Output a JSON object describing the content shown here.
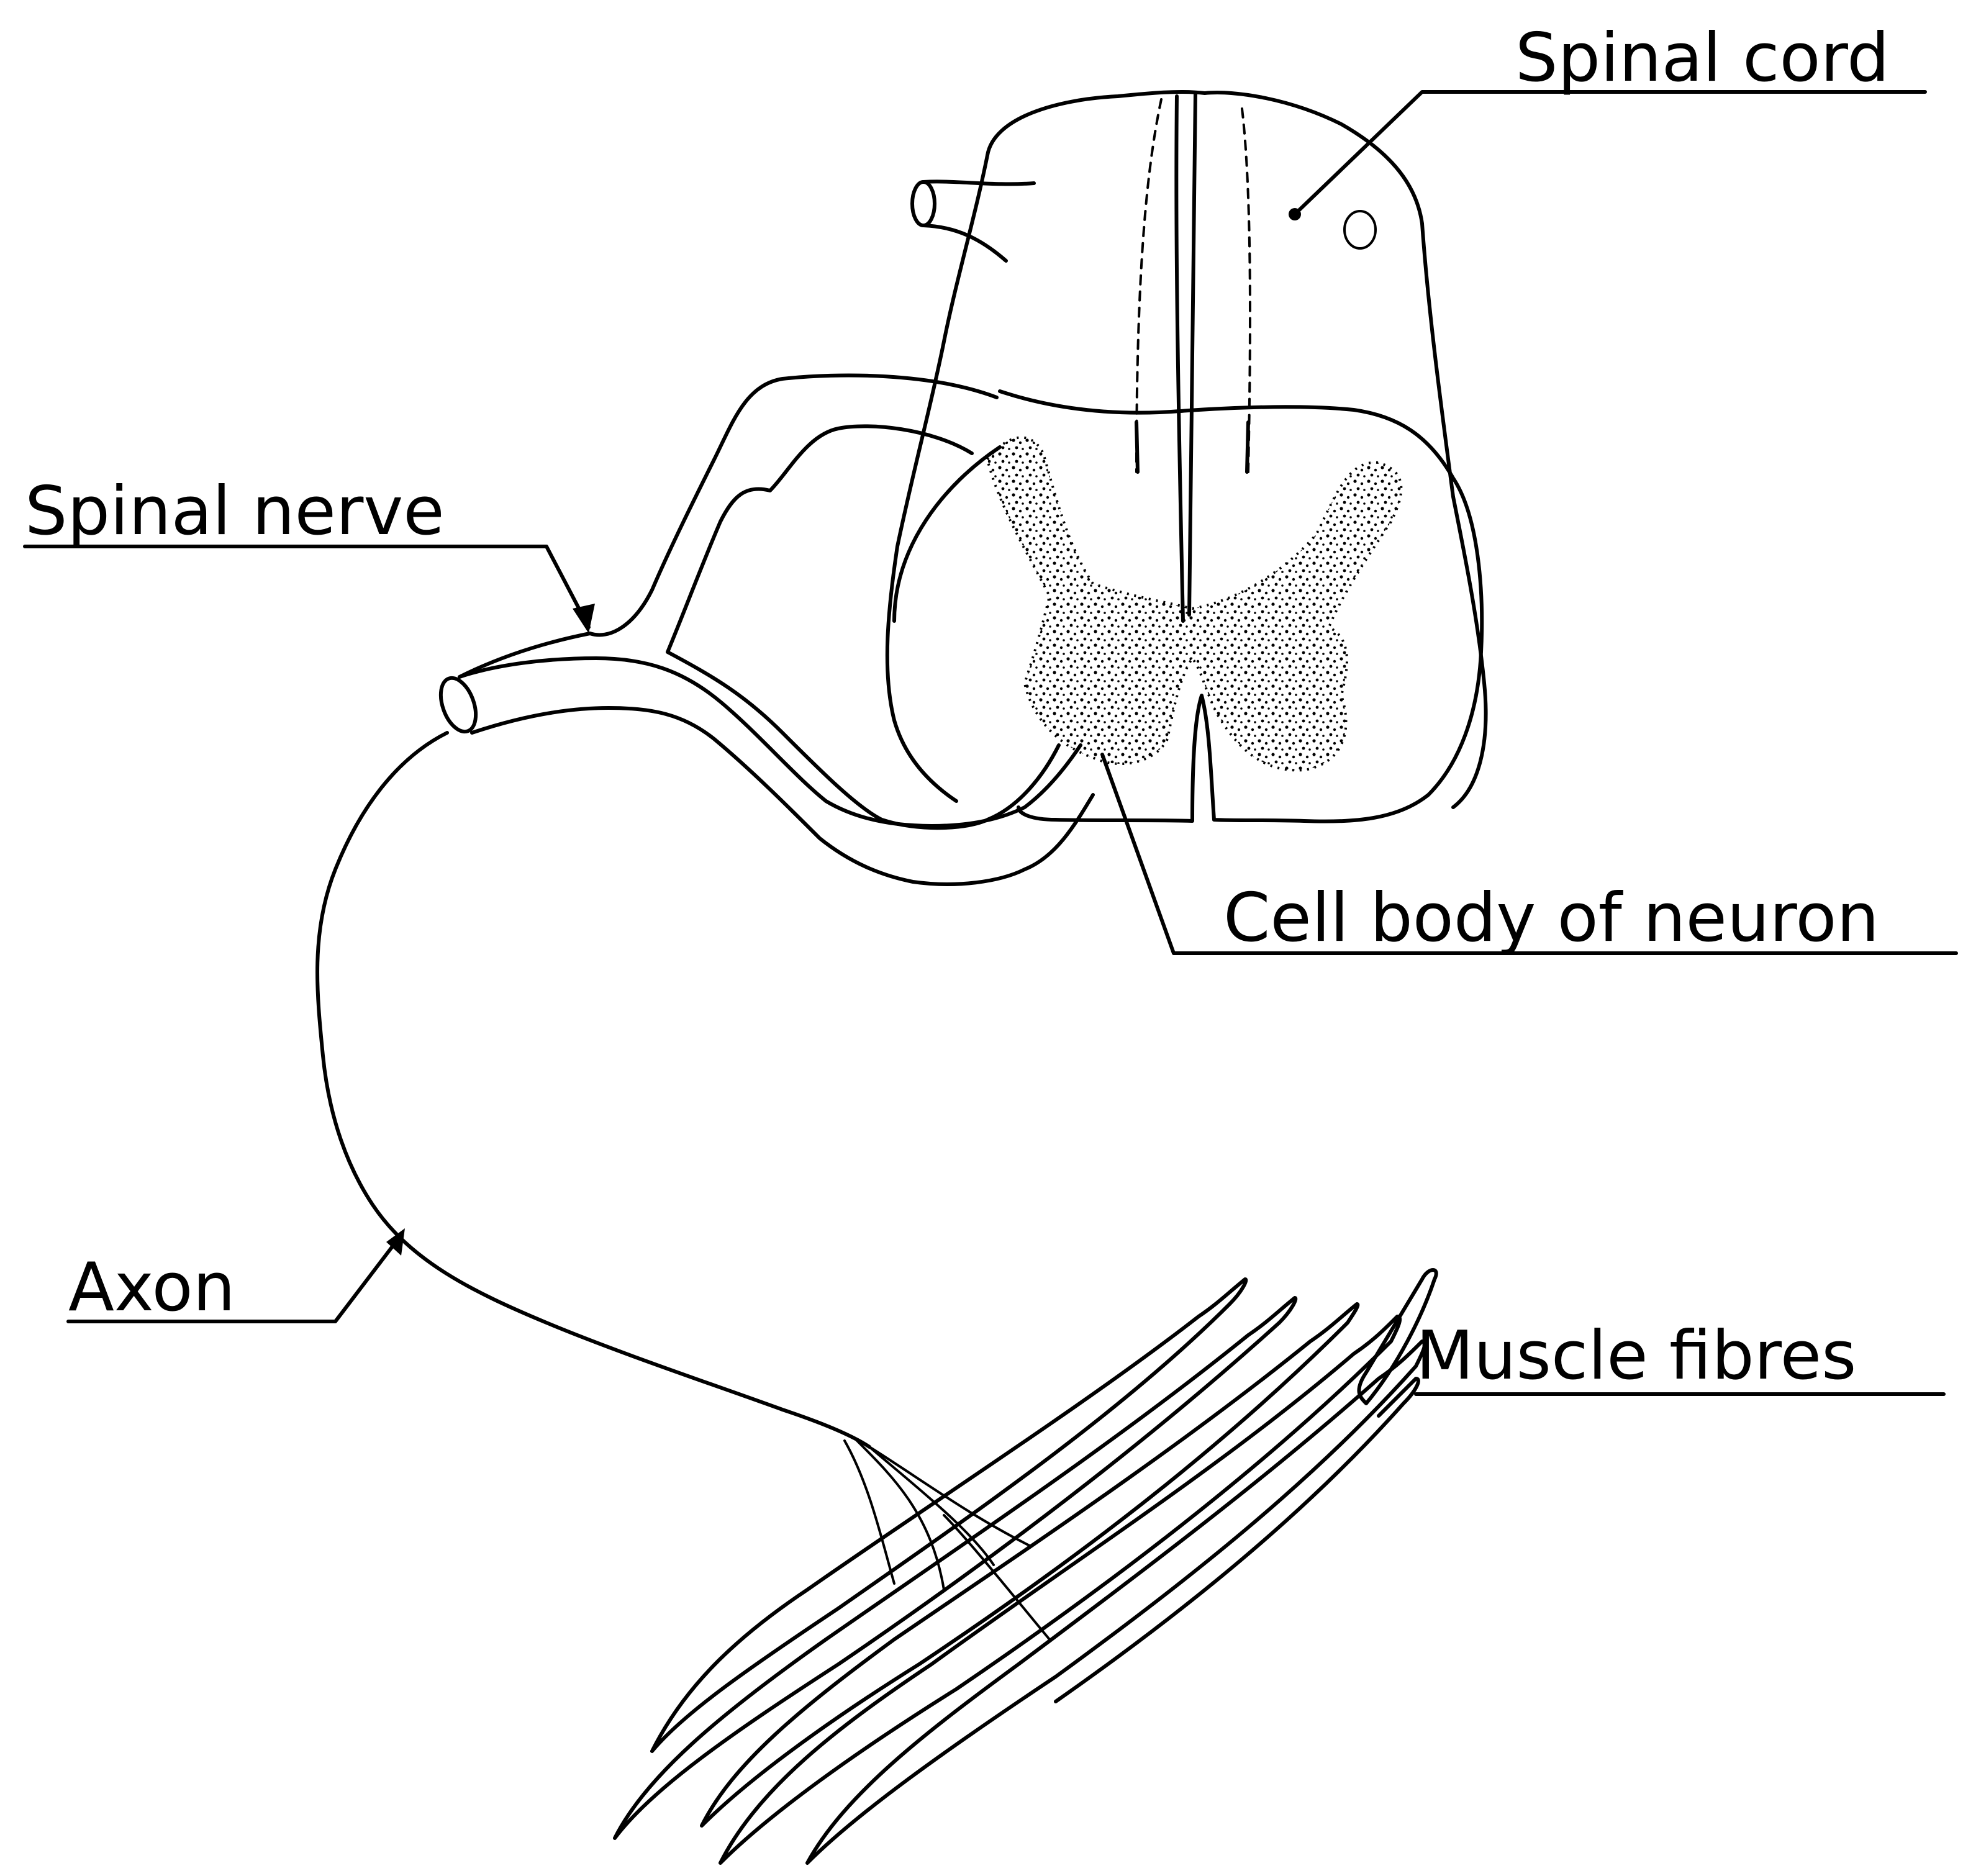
{
  "labels": {
    "spinal_cord": "Spinal cord",
    "spinal_nerve": "Spinal nerve",
    "cell_body": "Cell body of neuron",
    "axon": "Axon",
    "muscle_fibres": "Muscle fibres"
  }
}
